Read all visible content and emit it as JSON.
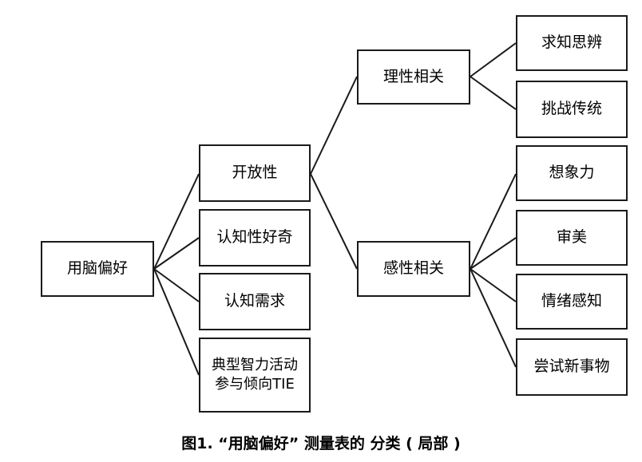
{
  "diagram": {
    "root": "用脑偏好",
    "level1": [
      "开放性",
      "认知性好奇",
      "认知需求"
    ],
    "level1_multi": [
      "典型智力活动",
      "参与倾向TIE"
    ],
    "level2": [
      "理性相关",
      "感性相关"
    ],
    "level3_rational": [
      "求知思辨",
      "挑战传统"
    ],
    "level3_perceptual": [
      "想象力",
      "审美",
      "情绪感知",
      "尝试新事物"
    ]
  },
  "caption": "图1. “用脑偏好” 测量表的 分类 ( 局部 )"
}
